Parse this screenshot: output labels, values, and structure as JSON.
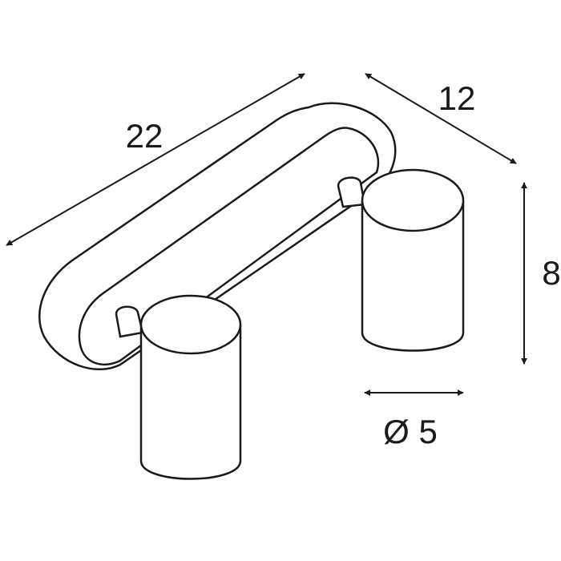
{
  "dimensions": {
    "length": "22",
    "depth": "12",
    "height": "8",
    "diameter": "Ø 5"
  }
}
